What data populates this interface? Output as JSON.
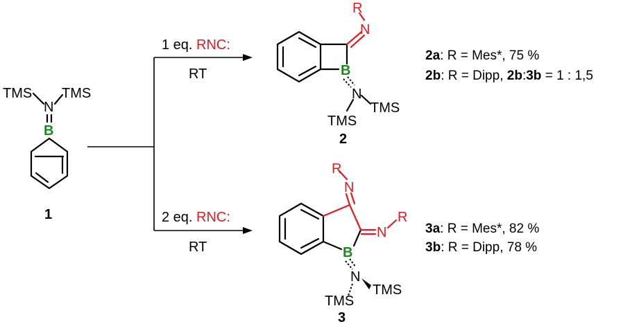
{
  "reagents": {
    "top": {
      "eq": "1 eq. ",
      "rnc": "RNC:",
      "cond": "RT"
    },
    "bottom": {
      "eq": "2 eq. ",
      "rnc": "RNC:",
      "cond": "RT"
    }
  },
  "atoms": {
    "tms": "TMS",
    "n": "N",
    "b": "B",
    "r": "R"
  },
  "compounds": {
    "c1": "1",
    "c2": "2",
    "c3": "3"
  },
  "results": {
    "r2a": {
      "id": "2a",
      "text": ": R = Mes*, 75 %"
    },
    "r2b": {
      "id": "2b",
      "t1": ": R = Dipp, ",
      "id2": "2b",
      "sep": ":",
      "id3": "3b",
      "t2": " = 1 : 1,5"
    },
    "r3a": {
      "id": "3a",
      "text": ": R = Mes*, 82 %"
    },
    "r3b": {
      "id": "3b",
      "text": ": R = Dipp, 78 %"
    }
  },
  "colors": {
    "red": "#e8171e",
    "green": "#1a8a1a"
  }
}
